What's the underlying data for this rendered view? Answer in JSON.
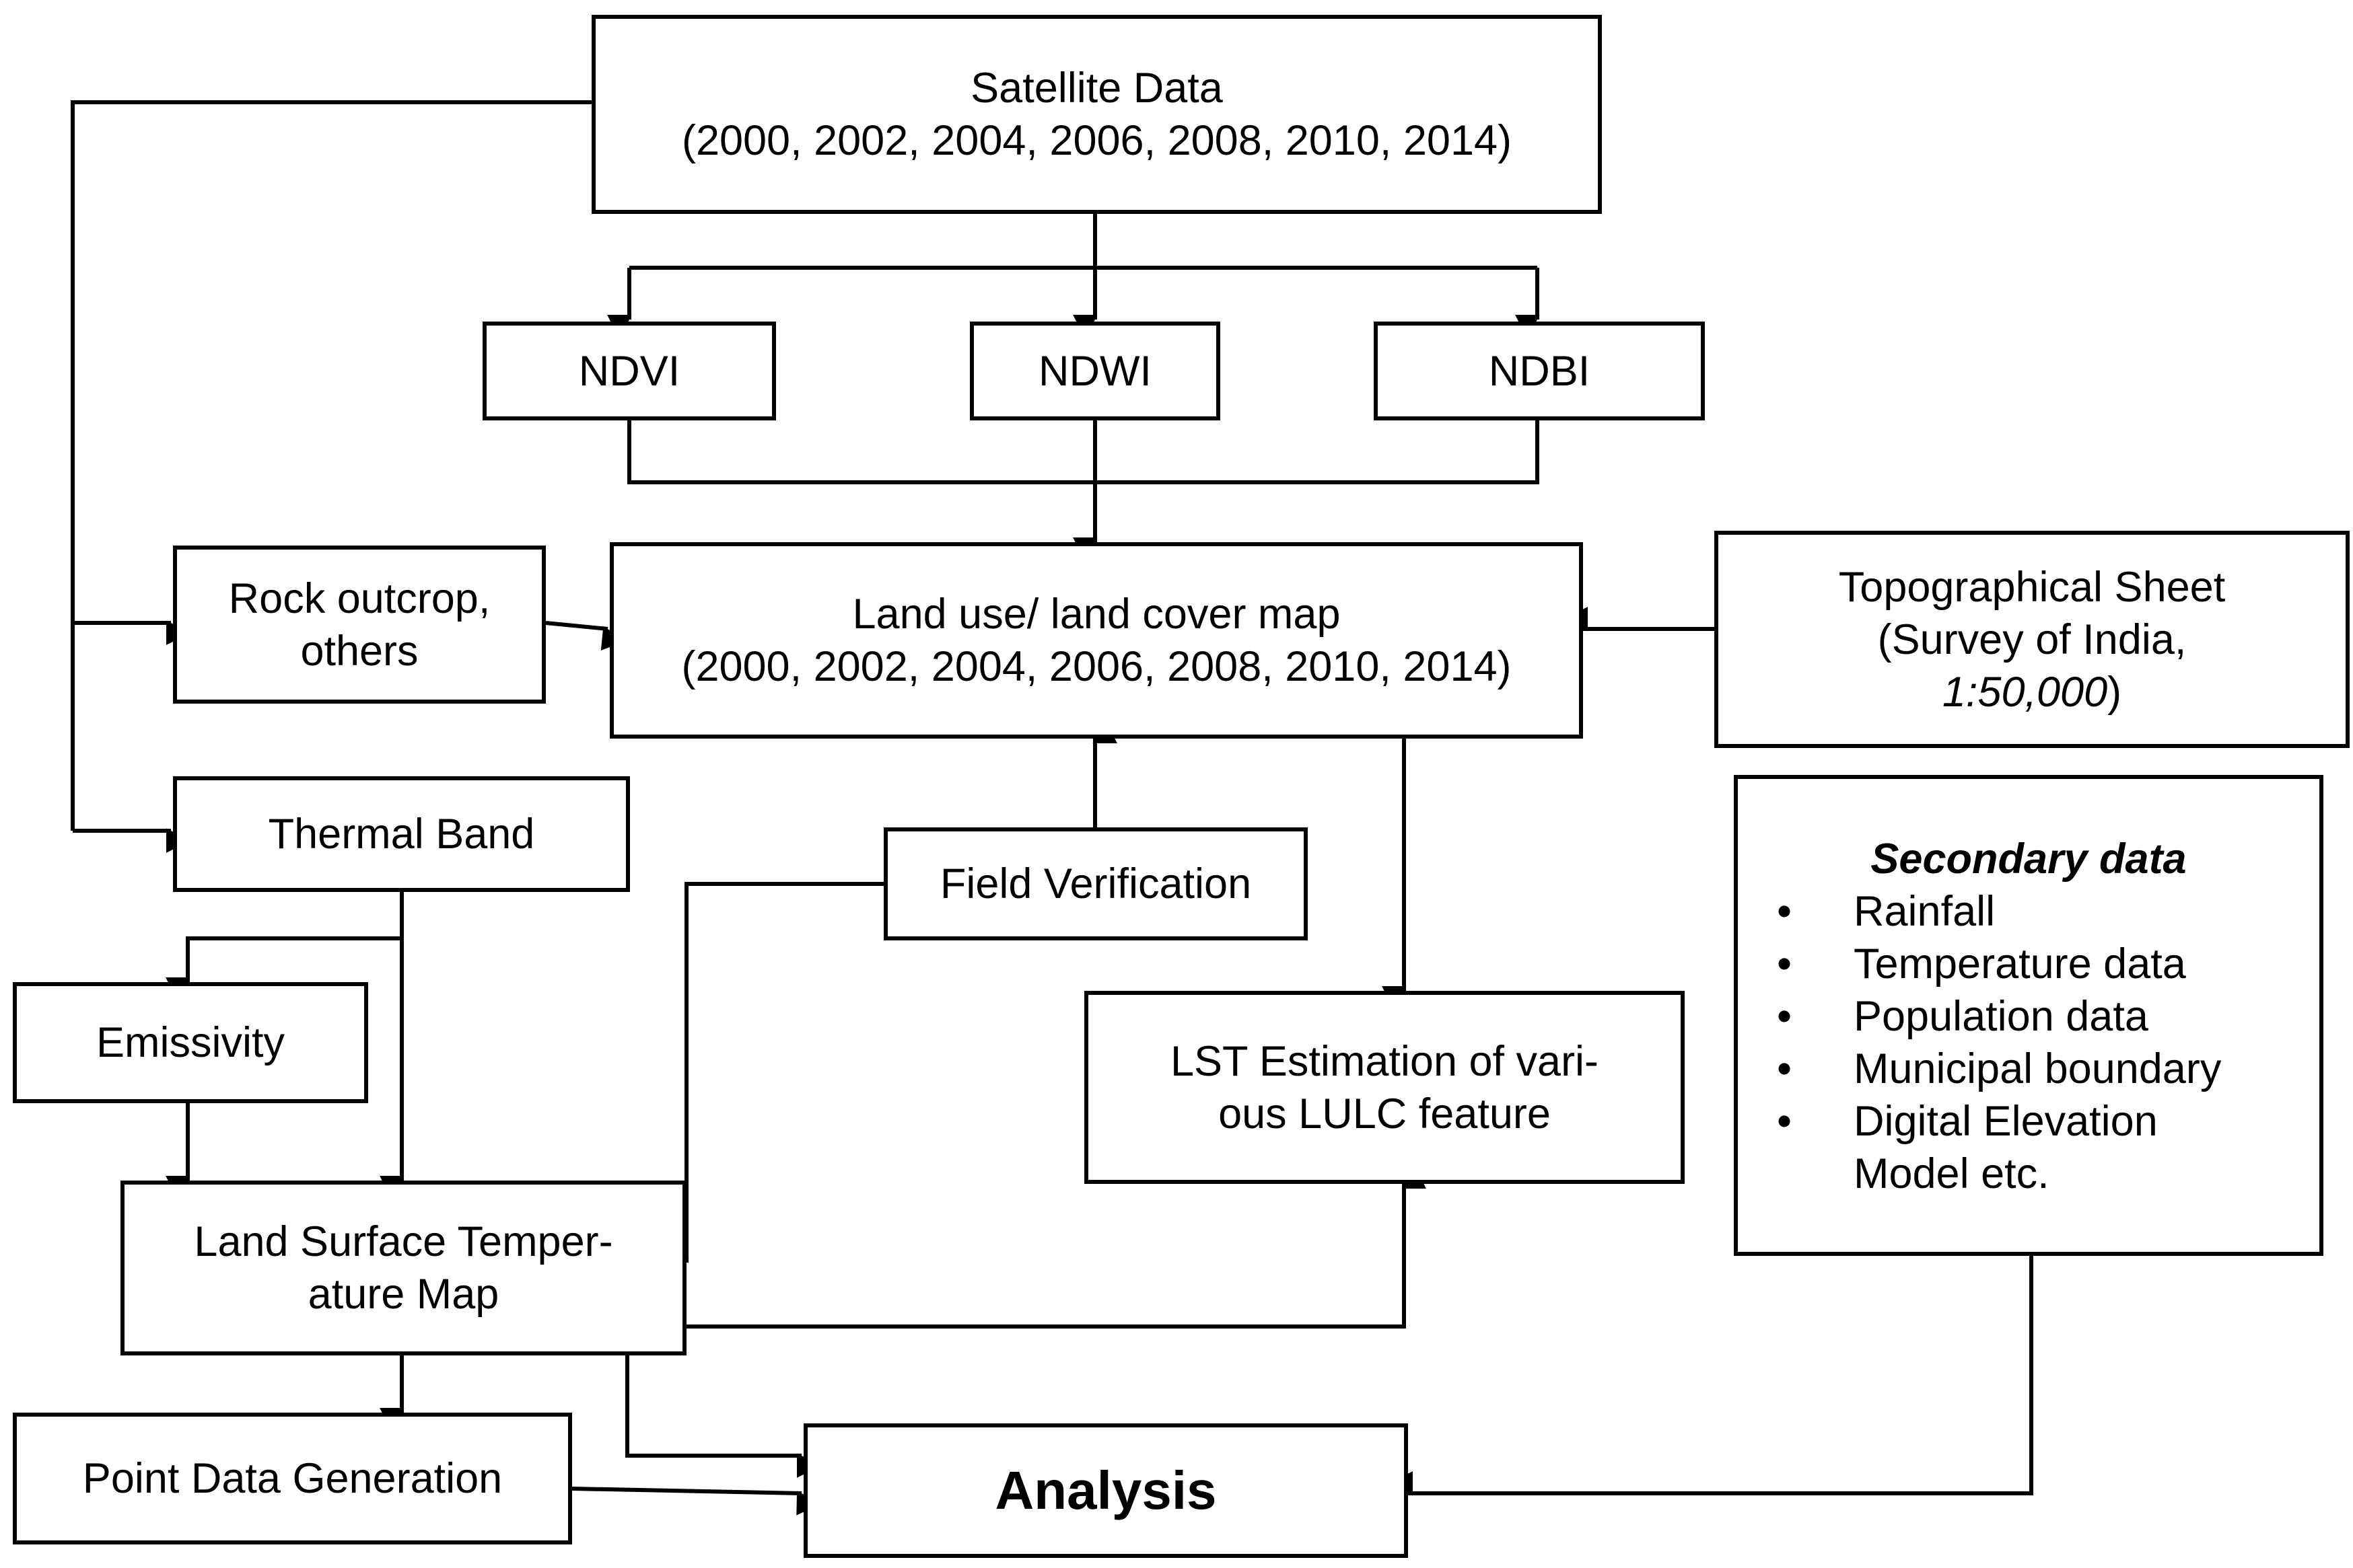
{
  "nodes": {
    "satellite": {
      "line1": "Satellite Data",
      "line2": "(2000, 2002, 2004, 2006, 2008, 2010, 2014)"
    },
    "ndvi": "NDVI",
    "ndwi": "NDWI",
    "ndbi": "NDBI",
    "rock": {
      "line1": "Rock outcrop,",
      "line2": "others"
    },
    "lulc": {
      "line1": "Land use/ land cover map",
      "line2": "(2000, 2002, 2004, 2006, 2008, 2010, 2014)"
    },
    "topo": {
      "line1": "Topographical Sheet",
      "line2": "(Survey of India,",
      "line3_scale": "1:50,000",
      "line3_close": ")"
    },
    "thermal": "Thermal Band",
    "field": "Field Verification",
    "emissivity": "Emissivity",
    "lst_estimation": {
      "line1": "LST Estimation of vari-",
      "line2": "ous LULC feature"
    },
    "lst_map": {
      "line1": "Land Surface Temper-",
      "line2": "ature Map"
    },
    "point_data": "Point Data Generation",
    "analysis": "Analysis",
    "secondary": {
      "title": "Secondary data",
      "bullet_glyph": "•",
      "items": [
        "Rainfall",
        "Temperature data",
        "Population data",
        "Municipal boundary",
        "Digital Elevation"
      ],
      "item_continuation": "Model etc."
    }
  }
}
